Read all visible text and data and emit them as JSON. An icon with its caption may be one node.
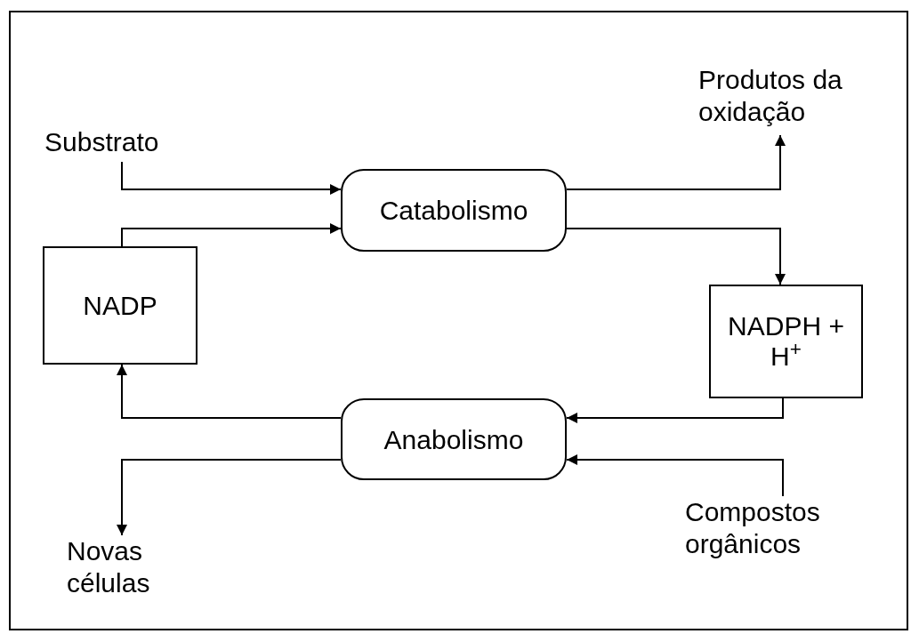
{
  "diagram": {
    "nodes": [
      {
        "text": [
          "Substrato"
        ]
      },
      {
        "text": [
          "Catabolismo"
        ]
      },
      {
        "text": [
          "Produtos da oxidação"
        ]
      },
      {
        "text": [
          "NADP"
        ]
      },
      {
        "text": [
          "NADPH + H$^{+}$"
        ]
      },
      {
        "text": [
          "Anabolismo"
        ]
      },
      {
        "text": [
          "Compostos orgânicos"
        ]
      },
      {
        "text": [
          "Novas células"
        ]
      }
    ],
    "edges": [
      {
        "from": 0,
        "to": 1,
        "arrow": "to"
      },
      {
        "from": 3,
        "to": 1,
        "arrow": "to"
      },
      {
        "from": 1,
        "to": 2,
        "arrow": "to"
      },
      {
        "from": 1,
        "to": 4,
        "arrow": "to"
      },
      {
        "from": 4,
        "to": 5,
        "arrow": "to"
      },
      {
        "from": 6,
        "to": 5,
        "arrow": "to"
      },
      {
        "from": 5,
        "to": 3,
        "arrow": "to"
      },
      {
        "from": 5,
        "to": 7,
        "arrow": "to"
      }
    ]
  }
}
